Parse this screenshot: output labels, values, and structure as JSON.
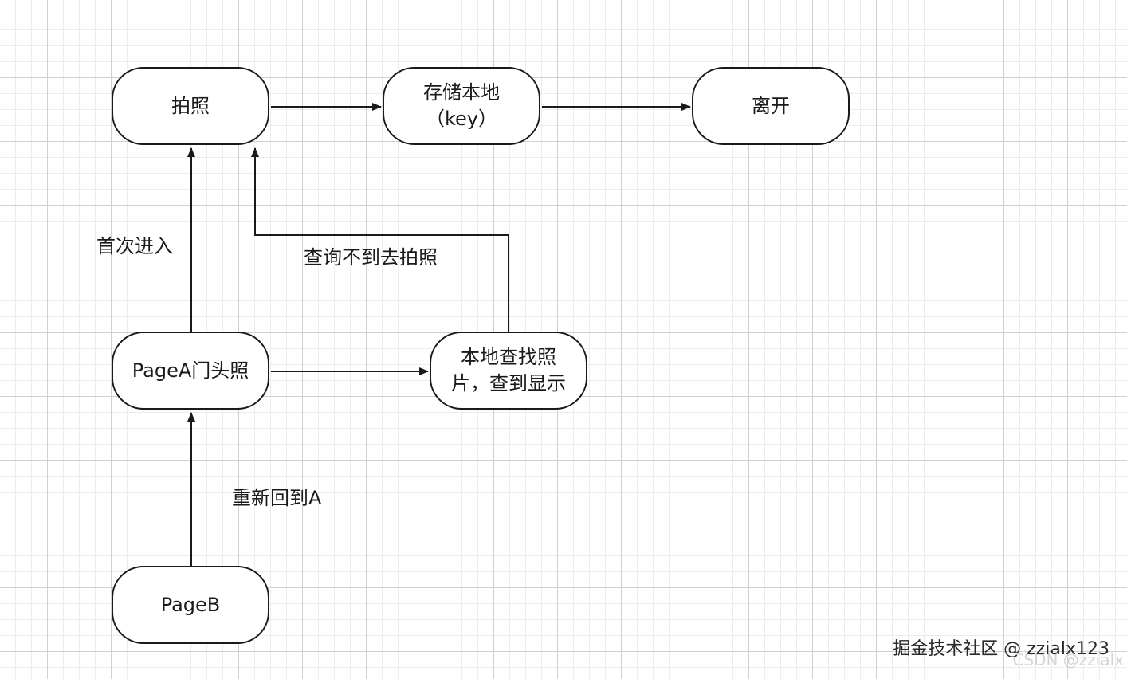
{
  "nodes": {
    "paizhao": "拍照",
    "store_line1": "存储本地",
    "store_line2": "（key）",
    "leave": "离开",
    "pagea": "PageA门头照",
    "lookup_line1": "本地查找照",
    "lookup_line2": "片，查到显示",
    "pageb": "PageB"
  },
  "edges": {
    "first_enter": "首次进入",
    "not_found": "查询不到去拍照",
    "return_a": "重新回到A"
  },
  "watermark": {
    "main": "掘金技术社区 @ zzialx123",
    "ghost": "CSDN @zzialx"
  },
  "colors": {
    "stroke": "#1a1a1a",
    "grid_major": "#d0d0d0",
    "grid_minor": "#ececec",
    "background": "#ffffff"
  }
}
